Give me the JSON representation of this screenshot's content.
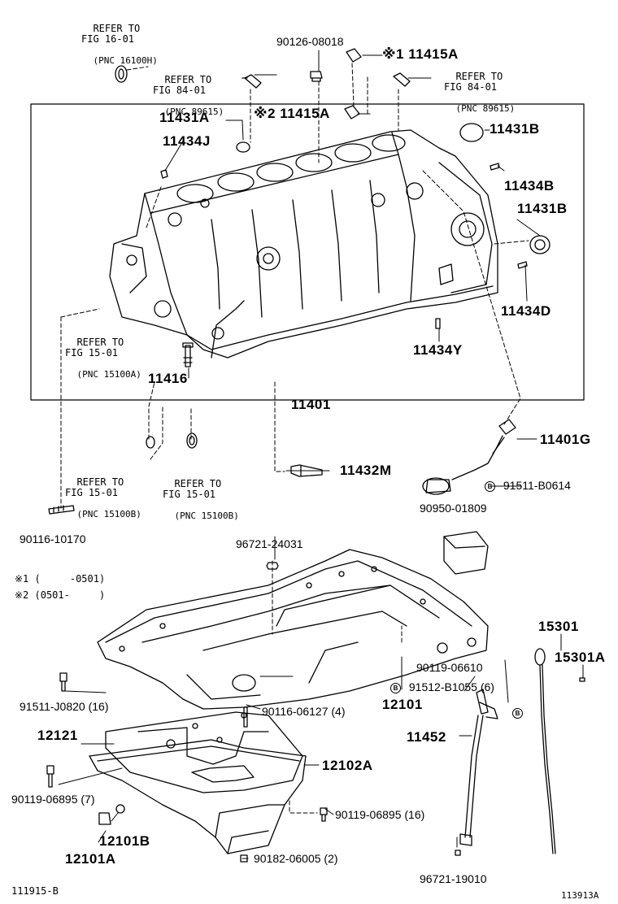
{
  "parts": {
    "p90126": "90126-08018",
    "p11415A_1": "※1 11415A",
    "p11415A_2": "※2 11415A",
    "p11431A": "11431A",
    "p11431B_top": "11431B",
    "p11434J": "11434J",
    "p11434B": "11434B",
    "p11431B_mid": "11431B",
    "p11434D": "11434D",
    "p11434Y": "11434Y",
    "p11416": "11416",
    "p11401": "11401",
    "p11401G": "11401G",
    "p91511B": "91511-B0614",
    "p90950": "90950-01809",
    "p11432M": "11432M",
    "p90116_10170": "90116-10170",
    "p96721_24031": "96721-24031",
    "p15301": "15301",
    "p15301A": "15301A",
    "p90119_06610": "90119-06610",
    "p91512": "91512-B1055 (6)",
    "p12101": "12101",
    "p91511J": "91511-J0820 (16)",
    "p90116_06127": "90116-06127 (4)",
    "p12121": "12121",
    "p12102A": "12102A",
    "p11452": "11452",
    "p90119_06895_7": "90119-06895 (7)",
    "p90119_06895_16": "90119-06895 (16)",
    "p12101B": "12101B",
    "p12101A": "12101A",
    "p90182": "90182-06005 (2)",
    "p96721_19010": "96721-19010"
  },
  "refs": {
    "r1": "REFER TO\nFIG 16-01",
    "r1_pnc": "(PNC 16100H)",
    "r2": "REFER TO\nFIG 84-01",
    "r2_pnc": "(PNC 89615)",
    "r3": "REFER TO\nFIG 84-01",
    "r3_pnc": "(PNC 89615)",
    "r4": "REFER TO\nFIG 15-01",
    "r4_pnc": "(PNC 15100A)",
    "r5": "REFER TO\nFIG 15-01",
    "r5_pnc": "(PNC 15100B)",
    "r6": "REFER TO\nFIG 15-01",
    "r6_pnc": "(PNC 15100B)"
  },
  "legend": {
    "n1": "※1 (     -0501)",
    "n2": "※2 (0501-     )"
  },
  "footer": {
    "left_code": "111915-B",
    "right_code": "113913A"
  },
  "marker": "B"
}
